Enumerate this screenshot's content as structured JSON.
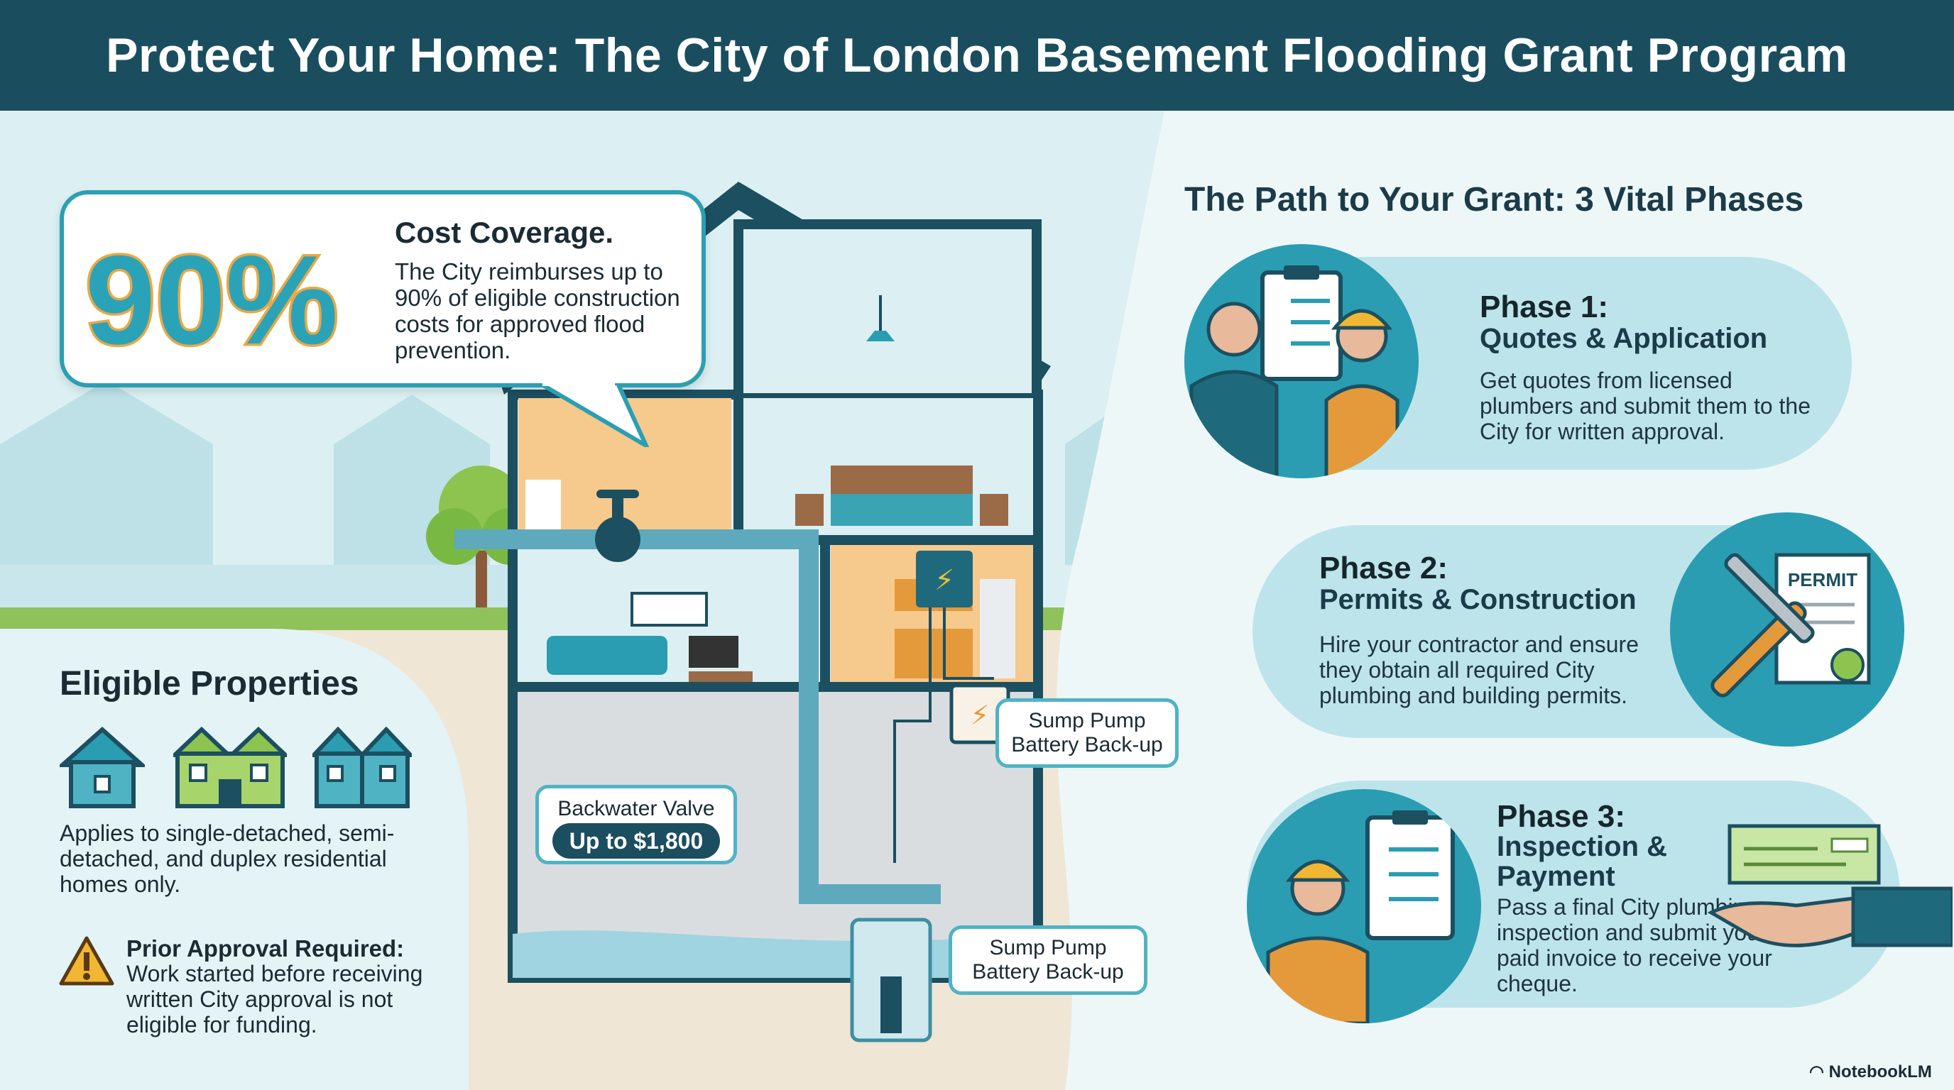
{
  "title": "Protect Your Home: The City of London Basement Flooding Grant Program",
  "coverage": {
    "percent": "90%",
    "heading": "Cost Coverage.",
    "body": "The City reimburses up to 90% of eligible construction costs for approved flood prevention."
  },
  "eligible": {
    "heading": "Eligible Properties",
    "body": "Applies to single-detached, semi-detached, and duplex residential homes only.",
    "warning_heading": "Prior Approval Required:",
    "warning_body": "Work started before receiving written City approval is not eligible for funding."
  },
  "diagram_labels": {
    "sump_upper": "Sump Pump Battery Back-up",
    "sump_lower": "Sump Pump Battery Back-up",
    "valve": "Backwater Valve",
    "valve_amount": "Up to $1,800"
  },
  "phases": {
    "heading": "The Path to Your Grant: 3 Vital Phases",
    "items": [
      {
        "head": "Phase 1:",
        "sub": "Quotes & Application",
        "body": "Get quotes from licensed plumbers and submit them to the City for written approval."
      },
      {
        "head": "Phase 2:",
        "sub": "Permits & Construction",
        "body": "Hire your contractor and ensure they obtain all required City plumbing and building permits."
      },
      {
        "head": "Phase 3:",
        "sub": "Inspection & Payment",
        "body": "Pass a final City plumbing inspection and submit your paid invoice to receive your cheque."
      }
    ],
    "permit_label": "PERMIT"
  },
  "brand": "NotebookLM",
  "colors": {
    "header": "#1a4e5f",
    "accent": "#2aa3b8",
    "highlight": "#e9a845",
    "pill": "#bde4ea"
  }
}
